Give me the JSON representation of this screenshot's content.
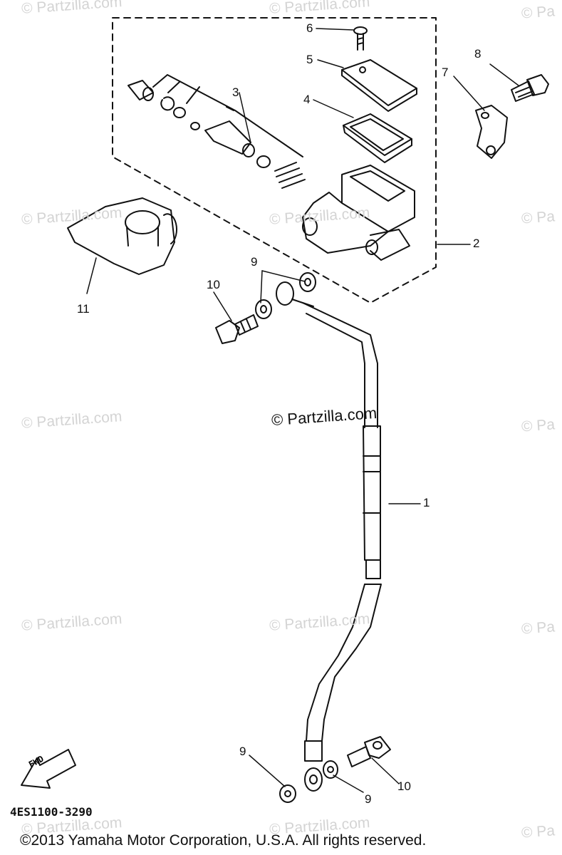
{
  "watermark": "© Partzilla.com",
  "watermark_short": "© Pa",
  "center_watermark": "© Partzilla.com",
  "callouts": {
    "c1": "1",
    "c2": "2",
    "c3": "3",
    "c4": "4",
    "c5": "5",
    "c6": "6",
    "c7": "7",
    "c8": "8",
    "c9a": "9",
    "c9b": "9",
    "c9c": "9",
    "c10a": "10",
    "c10b": "10",
    "c11": "11"
  },
  "fwd_label": "FWD",
  "diagram_code": "4ES1100-3290",
  "copyright": "©2013  Yamaha Motor Corporation, U.S.A. All rights reserved."
}
